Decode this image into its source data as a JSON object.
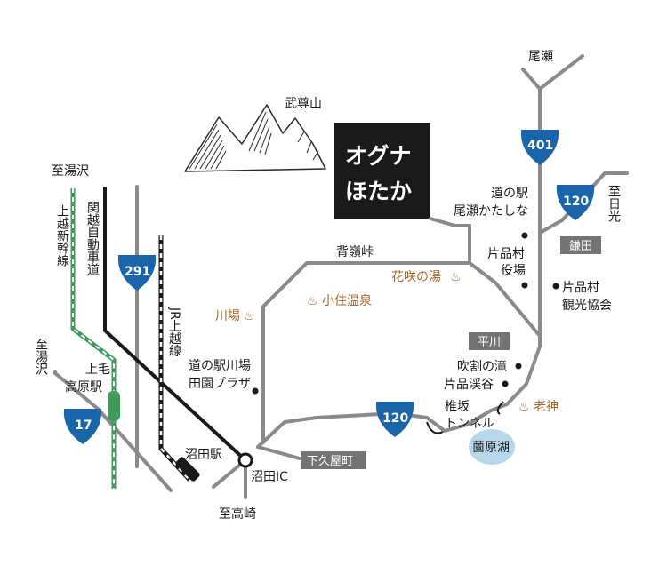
{
  "title_lines": [
    "オグナ",
    "ほたか"
  ],
  "mountain": "武尊山",
  "places": {
    "oze": "尾瀬",
    "to_yuzawa_top": "至湯沢",
    "to_yuzawa_left": "至湯沢",
    "to_nikko": "至日光",
    "to_takasaki": "至高崎",
    "michinoeki_oze_line1": "道の駅",
    "michinoeki_oze_line2": "尾瀬かたしな",
    "katashina_office_line1": "片品村",
    "katashina_office_line2": "役場",
    "katashina_tourism_line1": "片品村",
    "katashina_tourism_line2": "観光協会",
    "semine_pass": "背嶺峠",
    "fukiware": "吹割の滝",
    "katashina_valley": "片品渓谷",
    "shiizaka_line1": "椎坂",
    "shiizaka_line2": "トンネル",
    "michinoeki_kawaba_line1": "道の駅川場",
    "michinoeki_kawaba_line2": "田園プラザ",
    "numata_station": "沼田駅",
    "numata_ic": "沼田IC",
    "kamimoku_line1": "上毛",
    "kamimoku_line2": "高原駅",
    "sonohara_lake": "薗原湖"
  },
  "lines": {
    "joetsu_shinkansen": "上越新幹線",
    "kanetsu_expressway": "関越自動車道",
    "jr_joetsu": "JR上越線"
  },
  "onsen": {
    "kawaba": "川場",
    "kosumi": "小住温泉",
    "hanasaku": "花咲の湯",
    "oigami": "老神"
  },
  "badges": {
    "kamata": "鎌田",
    "hirakawa": "平川",
    "shimokuya": "下久屋町"
  },
  "routes": [
    "401",
    "120",
    "291",
    "17",
    "120"
  ],
  "colors": {
    "road": "#8a8a8a",
    "badge_bg": "#737373",
    "shield": "#1a64aa",
    "shinkansen": "#3f9a5c",
    "onsen": "#a8692a",
    "lake": "#b8d6ea",
    "title_bg": "#1a1a1a"
  }
}
